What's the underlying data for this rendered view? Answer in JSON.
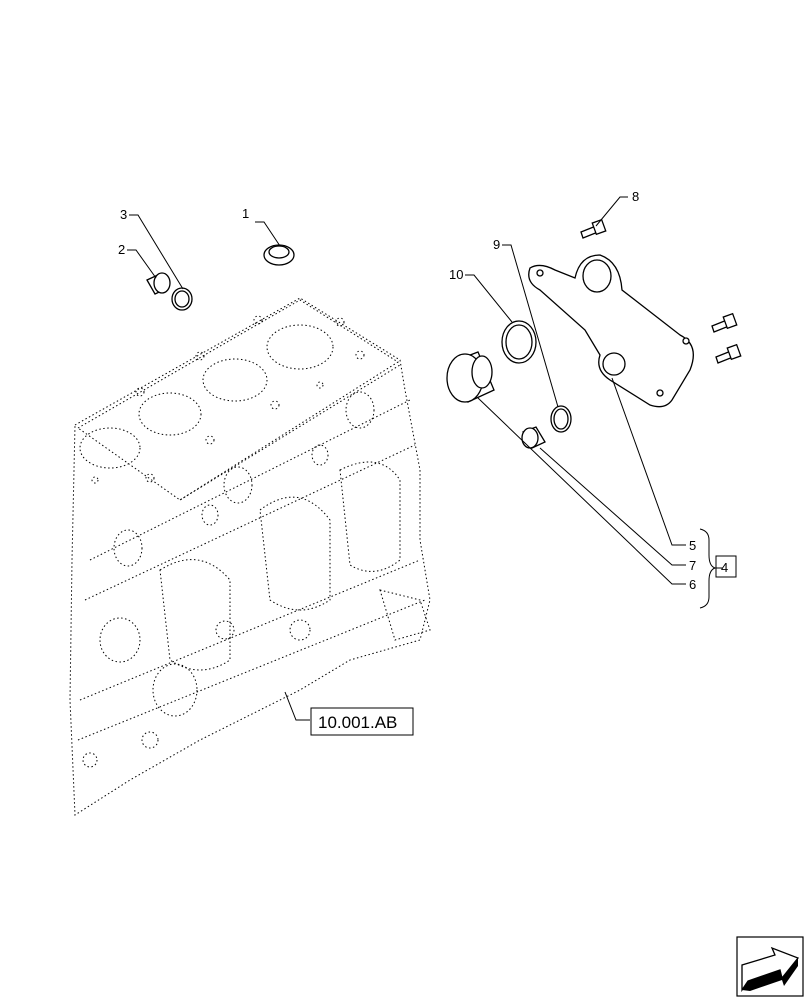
{
  "diagram": {
    "callouts": {
      "c1": "1",
      "c2": "2",
      "c3": "3",
      "c4": "4",
      "c5": "5",
      "c6": "6",
      "c7": "7",
      "c8": "8",
      "c9": "9",
      "c10": "10"
    },
    "reference_label": "10.001.AB",
    "nav_icon": "next-page-arrow-icon"
  }
}
